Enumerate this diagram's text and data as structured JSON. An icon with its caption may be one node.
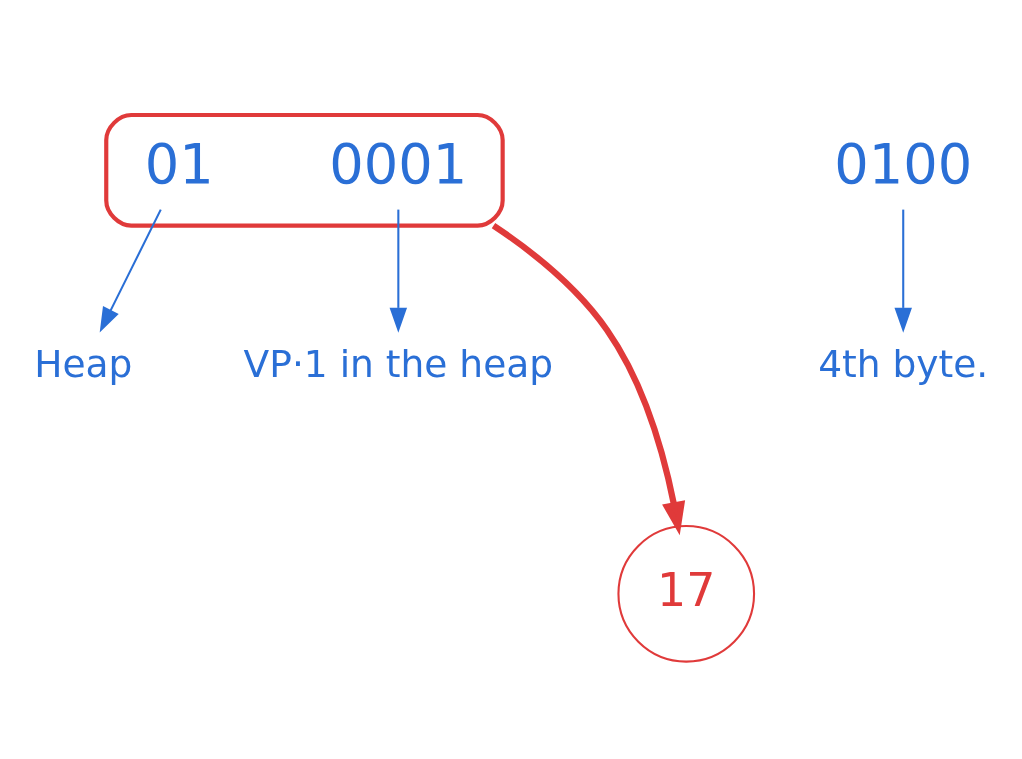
{
  "diagram": {
    "nodes": [
      {
        "text": [],
        "shape": "ellipse"
      },
      {
        "text": [
          "01"
        ],
        "in": 0
      },
      {
        "text": [
          "0001"
        ],
        "in": 0
      },
      {
        "text": [
          "0100"
        ]
      },
      {
        "text": [
          "Heap"
        ]
      },
      {
        "text": [
          "VP·1 in the heap"
        ]
      },
      {
        "text": [
          "4th byte."
        ]
      },
      {
        "text": [
          "17"
        ]
      }
    ],
    "edges": [
      {
        "from": 1,
        "to": 4,
        "arrow": "to"
      },
      {
        "from": 2,
        "to": 5,
        "arrow": "to"
      },
      {
        "from": 3,
        "to": 6,
        "arrow": "to"
      },
      {
        "from": 0,
        "to": 7,
        "arrow": "to",
        "style": "thick",
        "color": "#e03a3a"
      }
    ]
  }
}
